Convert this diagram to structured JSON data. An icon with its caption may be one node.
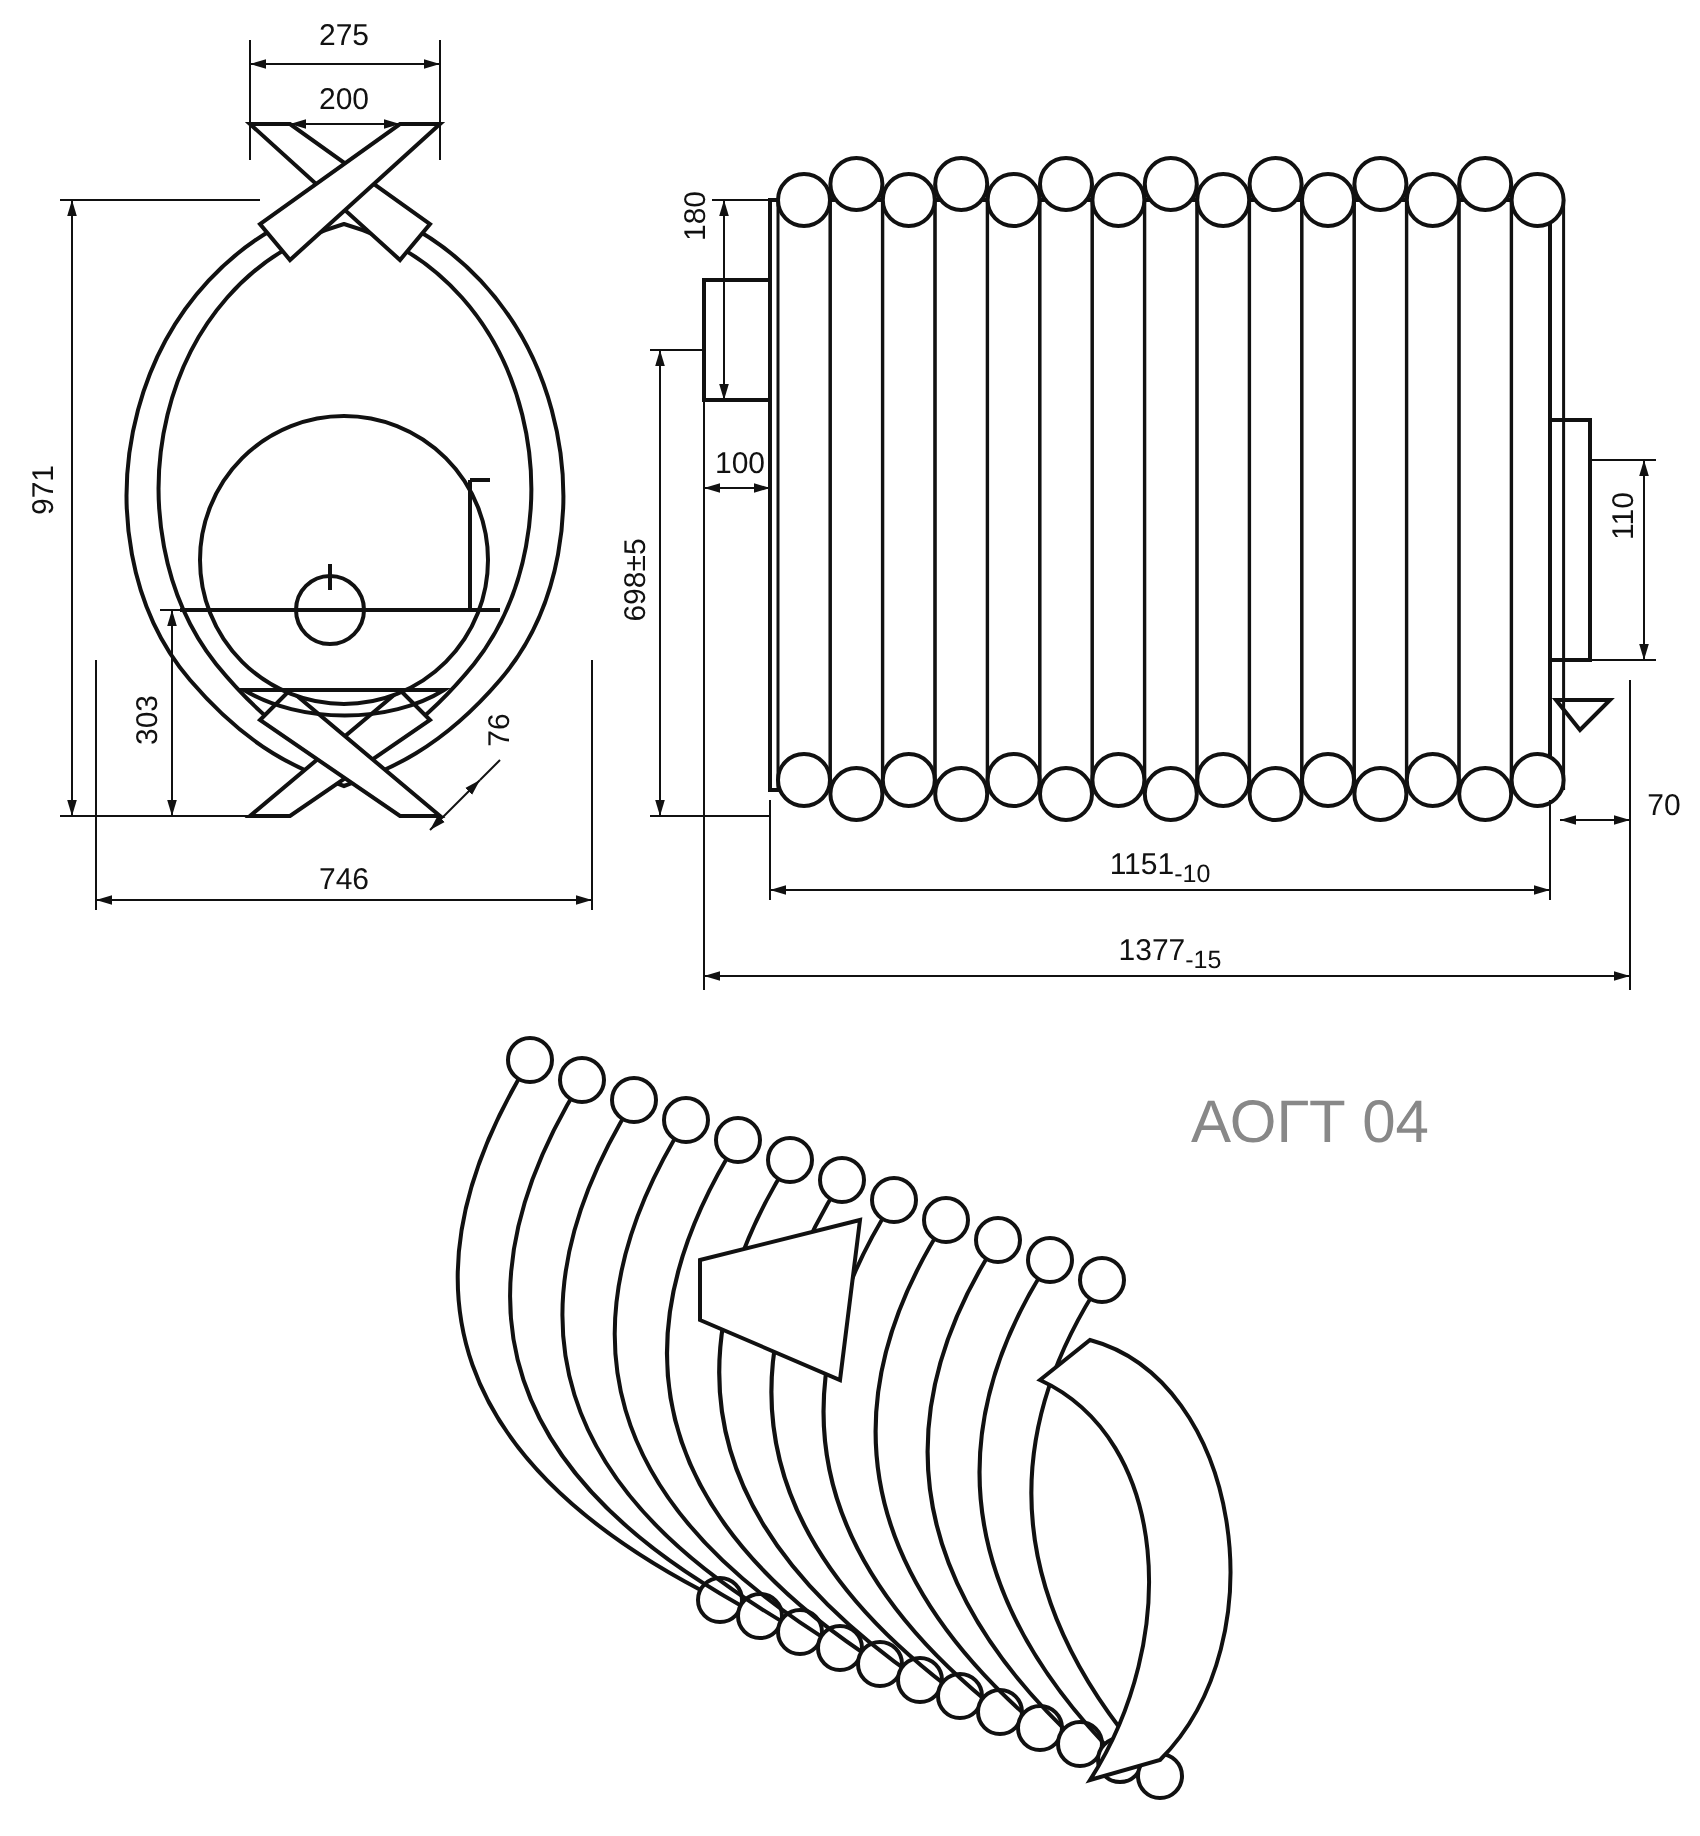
{
  "diagram": {
    "labels": [
      "275",
      "200",
      "180",
      "971",
      "100",
      "698±5",
      "110",
      "303",
      "76",
      "70",
      "746",
      "1151$_{-10}$",
      "1377$_{-15}$",
      "АОГТ 04"
    ]
  }
}
